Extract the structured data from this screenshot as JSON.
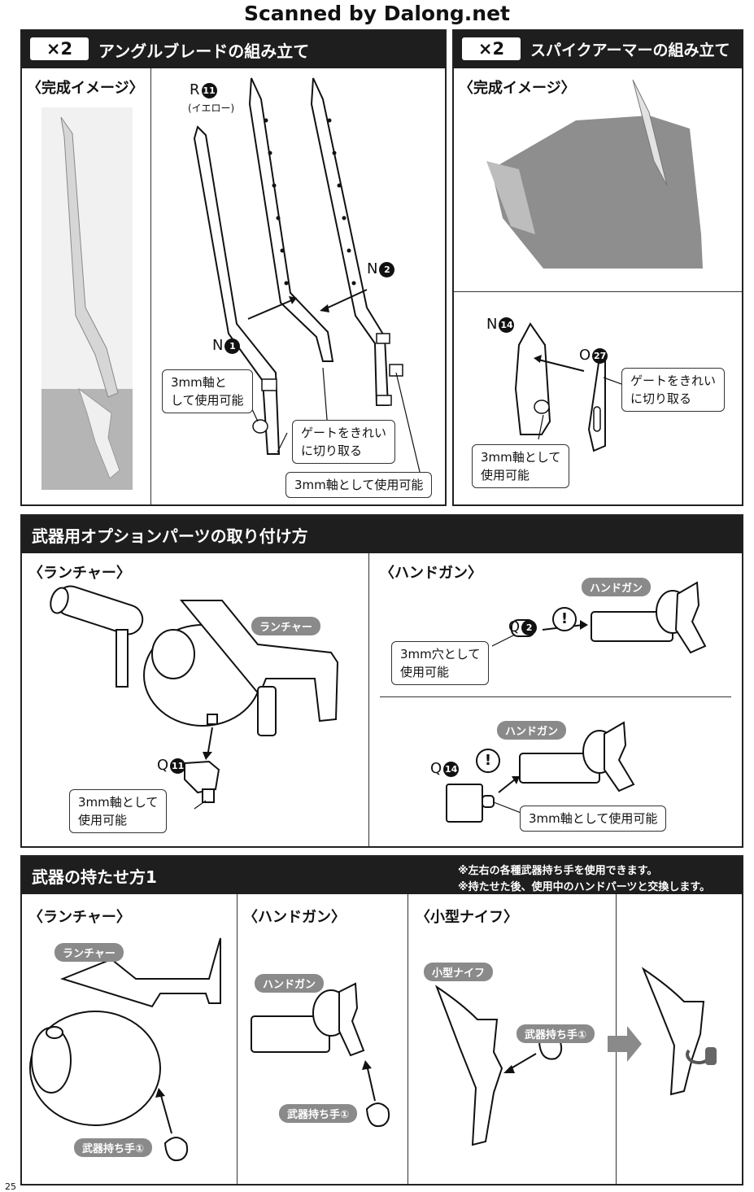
{
  "watermark": "Scanned by Dalong.net",
  "sec1": {
    "mult": "×2",
    "title": "アングルブレードの組み立て",
    "sub": "〈完成イメージ〉",
    "r11": "R",
    "r11n": "11",
    "r11sub": "(イエロー)",
    "n1": "N",
    "n1n": "1",
    "n2": "N",
    "n2n": "2",
    "c1": [
      "3mm軸と",
      "して使用可能"
    ],
    "c2": [
      "ゲートをきれい",
      "に切り取る"
    ],
    "c3": "3mm軸として使用可能"
  },
  "sec2": {
    "mult": "×2",
    "title": "スパイクアーマーの組み立て",
    "sub": "〈完成イメージ〉",
    "n14": "N",
    "n14n": "14",
    "o27": "O",
    "o27n": "27",
    "c1": [
      "ゲートをきれい",
      "に切り取る"
    ],
    "c2": [
      "3mm軸として",
      "使用可能"
    ]
  },
  "sec3": {
    "title": "武器用オプションパーツの取り付け方",
    "launcher": {
      "sub": "〈ランチャー〉",
      "tag": "ランチャー",
      "q": "Q",
      "qn": "11",
      "c": [
        "3mm軸として",
        "使用可能"
      ]
    },
    "handgun": {
      "sub": "〈ハンドガン〉",
      "tag1": "ハンドガン",
      "q1": "Q",
      "q1n": "2",
      "c1": [
        "3mm穴として",
        "使用可能"
      ],
      "tag2": "ハンドガン",
      "q2": "Q",
      "q2n": "14",
      "c2": "3mm軸として使用可能",
      "excl": "!"
    }
  },
  "sec4": {
    "title": "武器の持たせ方1",
    "notes": [
      "※左右の各種武器持ち手を使用できます。",
      "※持たせた後、使用中のハンドパーツと交換します。"
    ],
    "launcher": {
      "sub": "〈ランチャー〉",
      "tag": "ランチャー",
      "hand": "武器持ち手①"
    },
    "handgun": {
      "sub": "〈ハンドガン〉",
      "tag": "ハンドガン",
      "hand": "武器持ち手①"
    },
    "knife": {
      "sub": "〈小型ナイフ〉",
      "tag": "小型ナイフ",
      "hand": "武器持ち手①"
    }
  },
  "page": "25"
}
